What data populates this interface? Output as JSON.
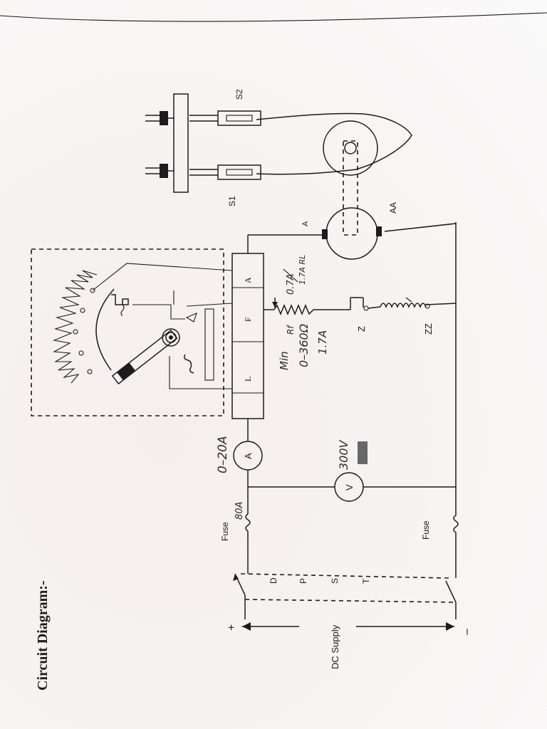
{
  "heading": "Circuit Diagram:-",
  "supply": {
    "label": "DC Supply",
    "plus": "+",
    "minus": "–"
  },
  "dpst": {
    "letters": [
      "D",
      "P",
      "S",
      "T"
    ]
  },
  "fuse_top": {
    "label": "Fuse",
    "rating": "80A"
  },
  "fuse_bottom": {
    "label": "Fuse"
  },
  "ammeter": {
    "symbol": "A",
    "range": "0–20A"
  },
  "voltmeter": {
    "symbol": "V",
    "range": "300V"
  },
  "starter": {
    "terminal_l": "L",
    "terminal_f": "F",
    "terminal_a": "A"
  },
  "rheostat": {
    "line1": "Min",
    "line2": "Rf",
    "line3": "0–360Ω",
    "line4": "1.7A"
  },
  "rheostat_note": {
    "line1": "0.7A",
    "line2": "1.7A RL"
  },
  "field": {
    "z": "Z",
    "zz": "ZZ"
  },
  "armature": {
    "a": "A",
    "aa": "AA"
  },
  "brake": {
    "s1": "S1",
    "s2": "S2"
  }
}
